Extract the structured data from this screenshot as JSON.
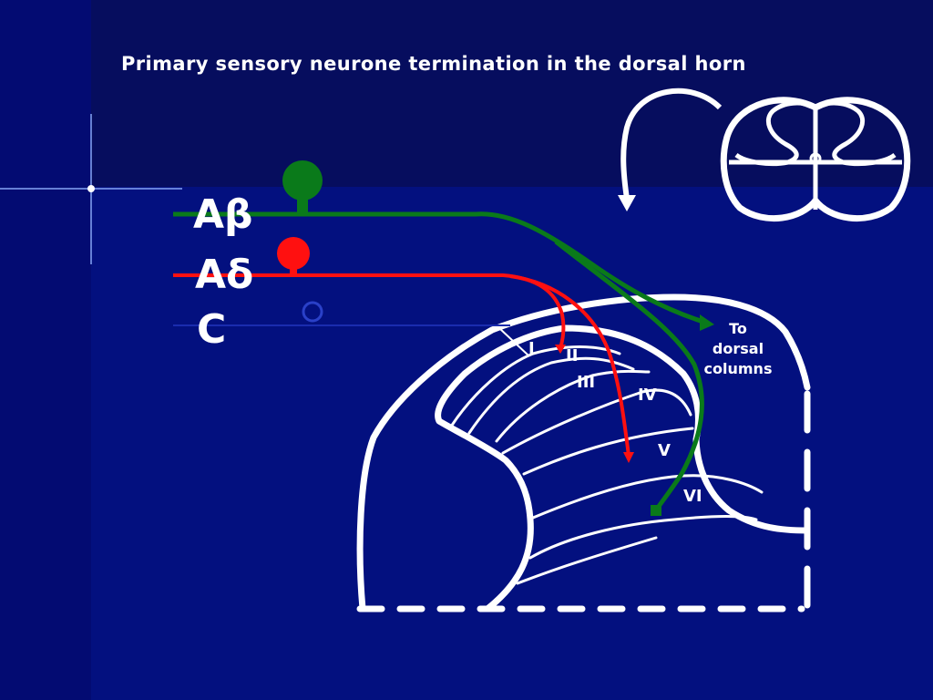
{
  "title": "Primary sensory neurone termination in the dorsal horn",
  "fibers": [
    {
      "label": "Aβ",
      "color": "#0a7a1a"
    },
    {
      "label": "Aδ",
      "color": "#ff1010"
    },
    {
      "label": "C",
      "color": "#2a40c8"
    }
  ],
  "laminae": [
    "I",
    "II",
    "III",
    "IV",
    "V",
    "VI"
  ],
  "dorsal_columns_label": [
    "To",
    "dorsal",
    "columns"
  ],
  "colors": {
    "background": "#03107f",
    "outline": "#ffffff"
  }
}
